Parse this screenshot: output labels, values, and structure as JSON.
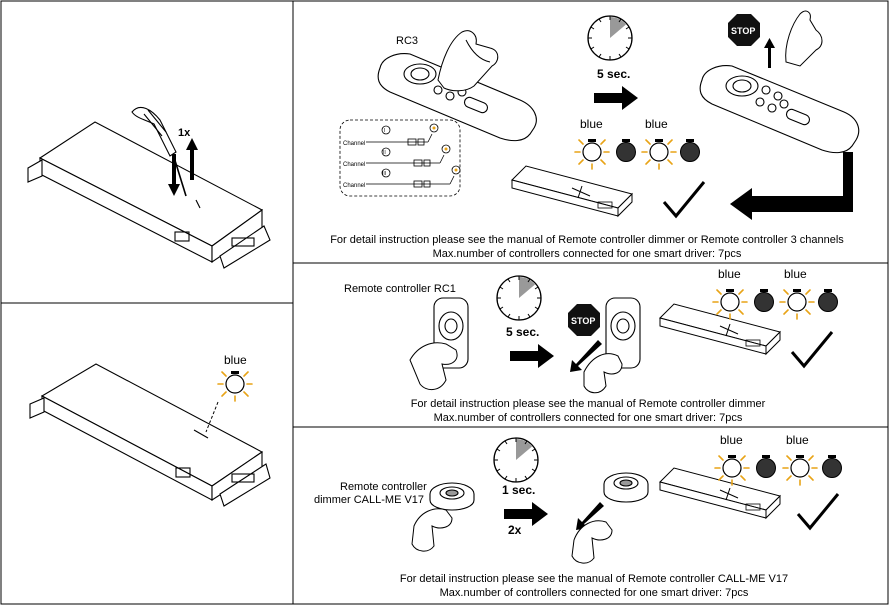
{
  "left_panel": {
    "step1_press_count": "1x",
    "step2_led_color": "blue"
  },
  "rc3_panel": {
    "remote_label": "RC3",
    "timer_label": "5 sec.",
    "stop_label": "STOP",
    "led_color_1": "blue",
    "led_color_2": "blue",
    "channel_label_1": "Channel",
    "channel_label_2": "Channel",
    "channel_label_3": "Channel",
    "channel_num_1": "I",
    "channel_num_2": "II",
    "channel_num_3": "III",
    "caption_1": "For detail instruction please see the manual of Remote controller dimmer or Remote controller  3 channels",
    "caption_2": "Max.number of controllers connected for one smart driver: 7pcs"
  },
  "rc1_panel": {
    "remote_label": "Remote controller RC1",
    "timer_label": "5 sec.",
    "stop_label": "STOP",
    "led_color_1": "blue",
    "led_color_2": "blue",
    "caption_1": "For detail instruction please see the manual of Remote controller dimmer",
    "caption_2": "Max.number of controllers connected for one smart driver: 7pcs"
  },
  "v17_panel": {
    "remote_label_line1": "Remote controller",
    "remote_label_line2": "dimmer CALL-ME V17",
    "timer_label": "1 sec.",
    "press_count": "2x",
    "led_color_1": "blue",
    "led_color_2": "blue",
    "caption_1": "For detail instruction please see the manual of Remote controller CALL-ME V17",
    "caption_2": "Max.number of controllers connected for one smart driver: 7pcs"
  },
  "colors": {
    "line": "#000000",
    "glow": "#e8a317",
    "led_off": "#333333",
    "timer_fill": "#999999"
  },
  "icons": [
    "screwdriver-icon",
    "driver-box-icon",
    "remote-rc3-icon",
    "remote-rc1-icon",
    "remote-v17-icon",
    "hand-icon",
    "timer-icon",
    "stop-sign-icon",
    "arrow-right-icon",
    "led-glow-icon",
    "led-off-icon",
    "checkmark-icon",
    "lamp-icon"
  ]
}
